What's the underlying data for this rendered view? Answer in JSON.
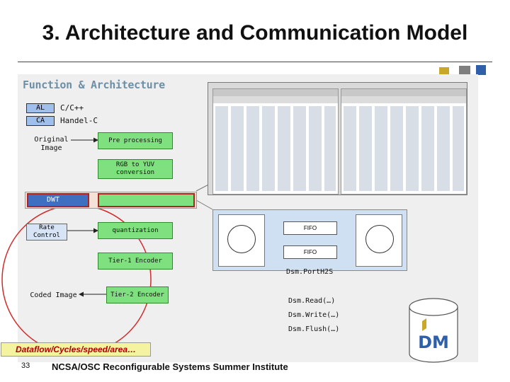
{
  "slide": {
    "title": "3. Architecture and Communication Model",
    "footer_number": "33",
    "footer_text": "NCSA/OSC Reconfigurable Systems Summer Institute"
  },
  "panel": {
    "title": "Function & Architecture",
    "al_label": "AL",
    "al_lang": "C/C++",
    "ca_label": "CA",
    "ca_lang": "Handel-C"
  },
  "diagram": {
    "original_image": "Original Image",
    "pre_processing": "Pre processing",
    "rgb_yuv": "RGB to YUV conversion",
    "dwt": "DWT",
    "rate_control": "Rate Control",
    "quantization": "quantization",
    "tier1": "Tier-1 Encoder",
    "tier2": "Tier-2 Encoder",
    "coded_image": "Coded Image"
  },
  "dsm": {
    "fifo_top": "FIFO",
    "fifo_bottom": "FIFO",
    "port_label": "Dsm.PortH2S",
    "read": "Dsm.Read(…)",
    "write": "Dsm.Write(…)",
    "flush": "Dsm.Flush(…)",
    "logo": "DM"
  },
  "callout": "Dataflow/Cycles/speed/area…",
  "colors": {
    "accent_gold": "#c9a72a",
    "accent_gray": "#7f7f7f",
    "accent_blue": "#2f5fa8",
    "green_box": "#7fe07f",
    "dwt_blue": "#3f6fc1",
    "highlight_red": "#d22b2b"
  }
}
